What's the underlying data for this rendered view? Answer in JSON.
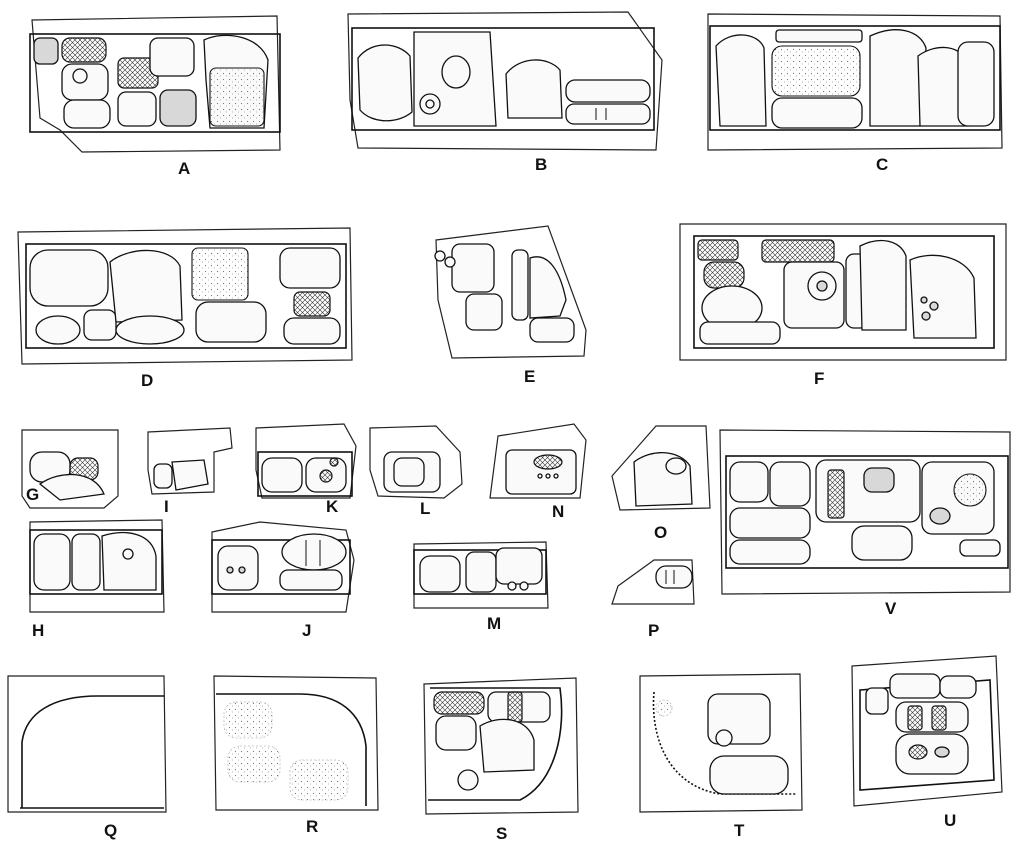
{
  "labels": {
    "A": "A",
    "B": "B",
    "C": "C",
    "D": "D",
    "E": "E",
    "F": "F",
    "G": "G",
    "H": "H",
    "I": "I",
    "J": "J",
    "K": "K",
    "L": "L",
    "M": "M",
    "N": "N",
    "O": "O",
    "P": "P",
    "Q": "Q",
    "R": "R",
    "S": "S",
    "T": "T",
    "U": "U",
    "V": "V"
  }
}
